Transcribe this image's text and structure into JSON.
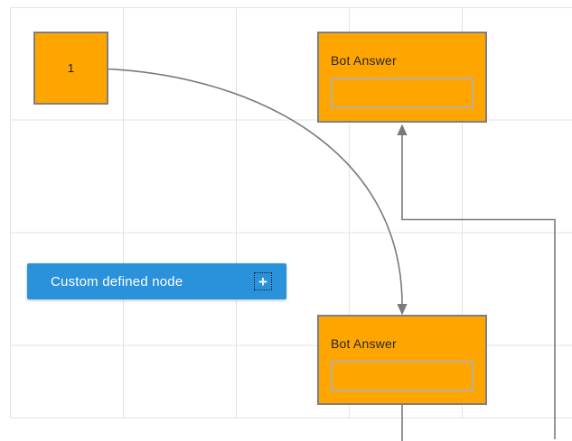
{
  "diagram": {
    "background_color": "#ffffff",
    "grid_color": "#e3e3e3",
    "connector_color": "#7a7a7a",
    "nodes": {
      "start": {
        "label": "1",
        "fill": "#ffa500",
        "stroke": "#7f7f7f"
      },
      "bot_answer_top": {
        "title": "Bot Answer",
        "fill": "#ffa500",
        "stroke": "#7f7f7f"
      },
      "bot_answer_bottom": {
        "title": "Bot Answer",
        "fill": "#ffa500",
        "stroke": "#7f7f7f"
      },
      "custom_node": {
        "label": "Custom defined node",
        "fill": "#2a91db",
        "text_color": "#ffffff",
        "add_button_glyph": "+"
      }
    }
  }
}
